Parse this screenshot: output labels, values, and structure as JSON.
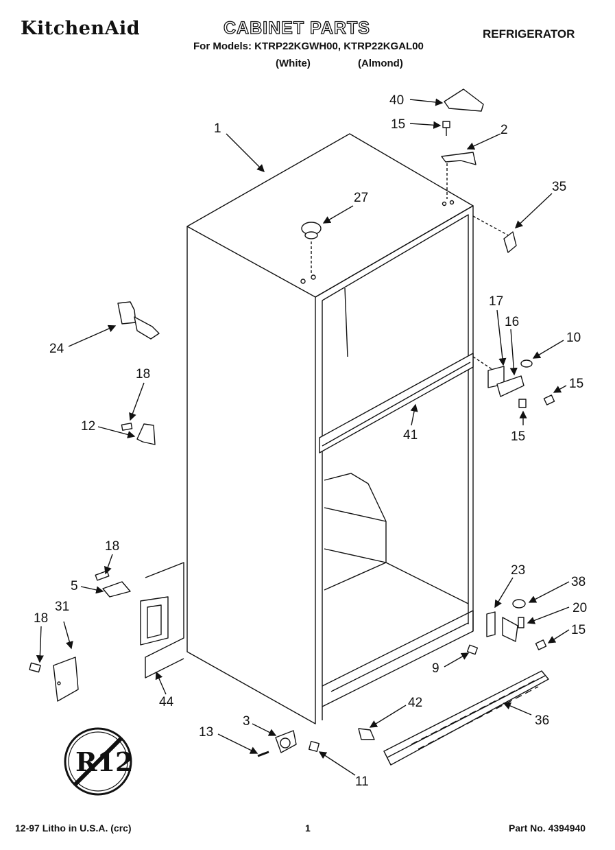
{
  "header": {
    "brand": "KitchenAid",
    "title": "CABINET PARTS",
    "category": "REFRIGERATOR",
    "models_line": "For Models: KTRP22KGWH00, KTRP22KGAL00",
    "variant_white": "(White)",
    "variant_almond": "(Almond)"
  },
  "callouts": [
    {
      "id": "40",
      "label": "40"
    },
    {
      "id": "15a",
      "label": "15"
    },
    {
      "id": "2",
      "label": "2"
    },
    {
      "id": "1",
      "label": "1"
    },
    {
      "id": "27",
      "label": "27"
    },
    {
      "id": "35",
      "label": "35"
    },
    {
      "id": "24",
      "label": "24"
    },
    {
      "id": "17",
      "label": "17"
    },
    {
      "id": "16",
      "label": "16"
    },
    {
      "id": "10",
      "label": "10"
    },
    {
      "id": "15b",
      "label": "15"
    },
    {
      "id": "15c",
      "label": "15"
    },
    {
      "id": "41",
      "label": "41"
    },
    {
      "id": "18a",
      "label": "18"
    },
    {
      "id": "12",
      "label": "12"
    },
    {
      "id": "18b",
      "label": "18"
    },
    {
      "id": "5",
      "label": "5"
    },
    {
      "id": "31",
      "label": "31"
    },
    {
      "id": "18c",
      "label": "18"
    },
    {
      "id": "44",
      "label": "44"
    },
    {
      "id": "23",
      "label": "23"
    },
    {
      "id": "38",
      "label": "38"
    },
    {
      "id": "20",
      "label": "20"
    },
    {
      "id": "15d",
      "label": "15"
    },
    {
      "id": "9",
      "label": "9"
    },
    {
      "id": "42",
      "label": "42"
    },
    {
      "id": "36",
      "label": "36"
    },
    {
      "id": "3",
      "label": "3"
    },
    {
      "id": "13",
      "label": "13"
    },
    {
      "id": "11",
      "label": "11"
    }
  ],
  "seal": {
    "text": "R12"
  },
  "footer": {
    "left": "12-97 Litho in U.S.A. (crc)",
    "page": "1",
    "part_number": "Part No. 4394940"
  }
}
